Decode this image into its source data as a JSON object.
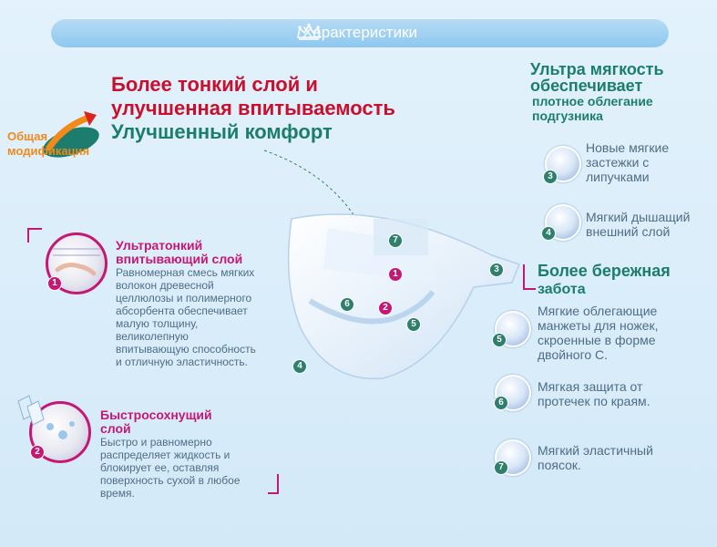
{
  "header": {
    "title": "Характеристики",
    "icon": "crown-icon"
  },
  "headline": {
    "line1": "Более тонкий слой и",
    "line2": "улучшенная впитываемость",
    "line3": "Улучшенный комфорт"
  },
  "badge": {
    "line1": "Общая",
    "line2": "модификация"
  },
  "left": [
    {
      "num": "1",
      "title1": "Ультратонкий",
      "title2": "впитывающий слой",
      "text": [
        "Равномерная смесь мягких",
        "волокон древесной",
        "целлюлозы и полимерного",
        "абсорбента обеспечивает",
        "малую толщину,",
        "великолепную",
        "впитывающую способность",
        "и отличную эластичность."
      ]
    },
    {
      "num": "2",
      "title1": "Быстросохнущий",
      "title2": "слой",
      "text": [
        "Быстро и равномерно",
        "распределяет жидкость и",
        "блокирует ее, оставляя",
        "поверхность сухой в любое",
        "время."
      ]
    }
  ],
  "right": {
    "title1": "Ультра мягкость",
    "title2": "обеспечивает",
    "sub1": "плотное облегание",
    "sub2": "подгузника",
    "items_top": [
      {
        "num": "3",
        "lines": [
          "Новые мягкие",
          "застежки с",
          "липучками"
        ]
      },
      {
        "num": "4",
        "lines": [
          "Мягкий дышащий",
          "внешний слой"
        ]
      }
    ],
    "care_title1": "Более бережная",
    "care_title2": "забота",
    "items_bottom": [
      {
        "num": "5",
        "lines": [
          "Мягкие облегающие",
          "манжеты для ножек,",
          "скроенные в форме",
          "двойного С."
        ]
      },
      {
        "num": "6",
        "lines": [
          "Мягкая защита от",
          "протечек по краям."
        ]
      },
      {
        "num": "7",
        "lines": [
          "Мягкий эластичный",
          "поясок."
        ]
      }
    ]
  },
  "diaper_markers": [
    "7",
    "1",
    "2",
    "3",
    "6",
    "5",
    "4"
  ],
  "colors": {
    "red": "#c8102e",
    "green": "#1c7d6f",
    "pink": "#c51875",
    "text": "#4f6d86"
  }
}
